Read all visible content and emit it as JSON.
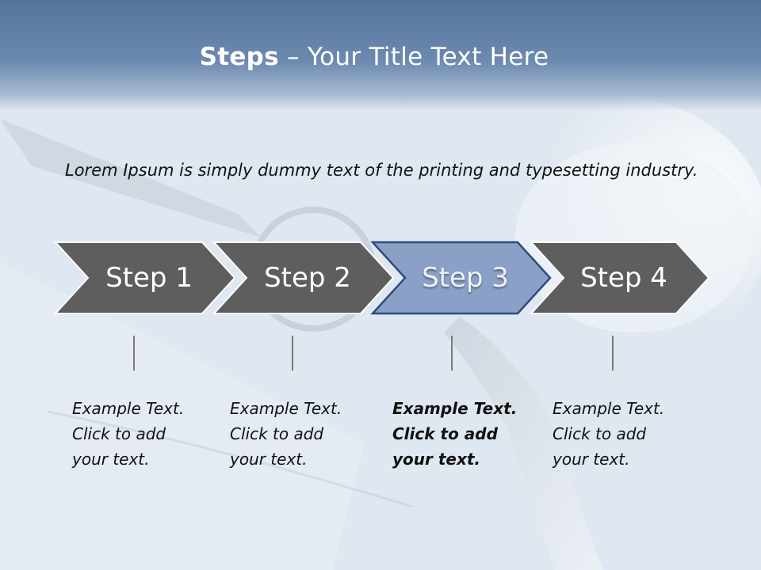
{
  "title": {
    "bold": "Steps",
    "rest": " – Your Title Text Here"
  },
  "intro": "Lorem Ipsum is simply dummy text of the printing and typesetting industry.",
  "steps": [
    {
      "label": "Step 1",
      "desc": [
        "Example Text.",
        "Click  to add",
        "your text."
      ],
      "active": false
    },
    {
      "label": "Step 2",
      "desc": [
        "Example Text.",
        "Click  to add",
        "your text."
      ],
      "active": false
    },
    {
      "label": "Step 3",
      "desc": [
        "Example Text.",
        "Click  to add",
        "your text."
      ],
      "active": true
    },
    {
      "label": "Step 4",
      "desc": [
        "Example Text.",
        "Click  to add",
        "your text."
      ],
      "active": false
    }
  ],
  "colors": {
    "arrow_fill": "#5e5e5e",
    "arrow_active_fill": "#8aa0c6",
    "arrow_active_stroke": "#2f4b7c",
    "header_band": "#5f7ca3",
    "connector": "#7a7a7a"
  }
}
